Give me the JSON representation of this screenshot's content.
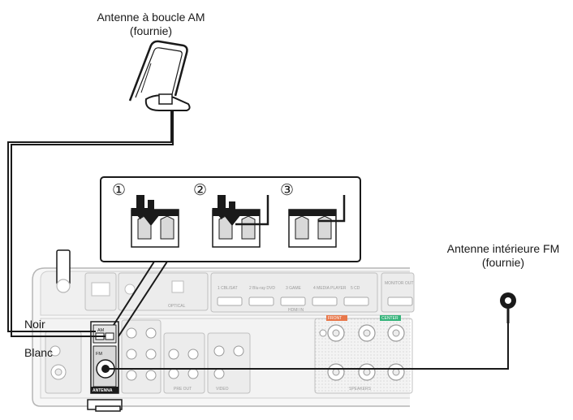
{
  "labels": {
    "am_antenna_line1": "Antenne à boucle AM",
    "am_antenna_line2": "(fournie)",
    "fm_antenna_line1": "Antenne intérieure FM",
    "fm_antenna_line2": "(fournie)",
    "wire_black": "Noir",
    "wire_white": "Blanc"
  },
  "steps": [
    "①",
    "②",
    "③"
  ],
  "panel": {
    "antenna": "ANTENNA",
    "am": "AM",
    "fm": "FM",
    "hdmi_in": "HDMI IN",
    "speakers": "SPEAKERS",
    "hdmi_inputs": [
      "1 CBL/SAT",
      "2 Blu-ray DVD",
      "3 GAME",
      "4 MEDIA PLAYER",
      "5 CD"
    ],
    "monitor_out": "MONITOR OUT",
    "front": "FRONT",
    "center": "CENTER",
    "pre_out": "PRE OUT",
    "video": "VIDEO",
    "optical": "OPTICAL"
  },
  "colors": {
    "line": "#1a1a1a",
    "panel_fill": "#f2f2f2",
    "panel_stroke": "#b5b5b5",
    "detail": "#c8c8c8",
    "front_red": "#e8774a",
    "center_green": "#35b37a"
  }
}
